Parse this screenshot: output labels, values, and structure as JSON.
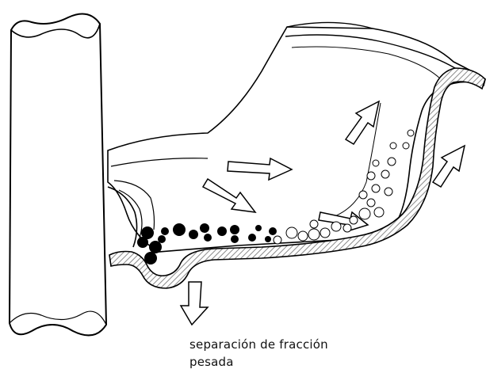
{
  "caption": {
    "line1": "separación de fracción",
    "line2": "pesada"
  },
  "legend_items": [
    {
      "name": "heavy-fraction-particle",
      "fill": "#000000"
    },
    {
      "name": "light-fraction-particle",
      "fill": "#ffffff"
    }
  ],
  "colors": {
    "stroke": "#000000",
    "wall_hatch": "#9a9a9a",
    "background": "#ffffff"
  }
}
